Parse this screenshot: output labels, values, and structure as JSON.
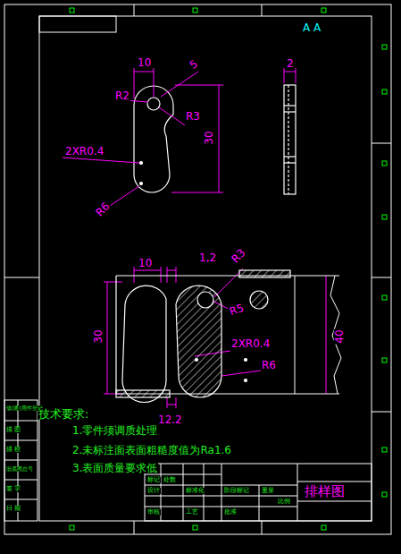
{
  "diagram": {
    "labels": [
      "A A",
      "10",
      "5",
      "R2",
      "R3",
      "30",
      "2XR0.4",
      "R6",
      "2",
      "10",
      "1,2",
      "R3",
      "R5",
      "2XR0.4",
      "R6",
      "30",
      "40",
      "12.2",
      "技术要求:",
      "1.零件须调质处理",
      "2.未标注面表面粗糙度值为Ra1.6",
      "3.表面质量要求低",
      "排样图",
      "借(通)用件登记",
      "描 图",
      "描 校",
      "旧底图总号",
      "签 字",
      "日 期",
      "标记",
      "处数",
      "设计",
      "标准化",
      "阶段标记",
      "重量",
      "比例",
      "审核",
      "工艺",
      "批准"
    ]
  }
}
